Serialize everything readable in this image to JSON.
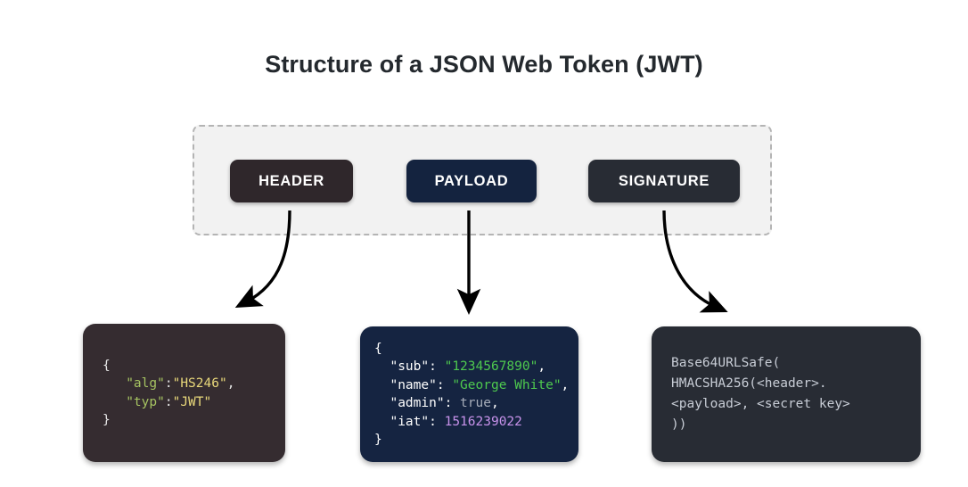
{
  "title": "Structure of a JSON Web Token (JWT)",
  "container": {
    "pills": [
      {
        "id": "header",
        "label": "HEADER",
        "color": "#2f272b"
      },
      {
        "id": "payload",
        "label": "PAYLOAD",
        "color": "#14233f"
      },
      {
        "id": "signature",
        "label": "SIGNATURE",
        "color": "#282c34"
      }
    ]
  },
  "arrows": [
    {
      "name": "header-arrow",
      "style": "curved-left"
    },
    {
      "name": "payload-arrow",
      "style": "straight-down"
    },
    {
      "name": "signature-arrow",
      "style": "curved-right"
    }
  ],
  "code_blocks": {
    "header": {
      "background": "#352c30",
      "open_brace": "{",
      "close_brace": "}",
      "lines": [
        {
          "key": "\"alg\"",
          "colon": ":",
          "value": "\"HS246\"",
          "comma": ","
        },
        {
          "key": "\"typ\"",
          "colon": ":",
          "value": "\"JWT\"",
          "comma": ""
        }
      ]
    },
    "payload": {
      "background": "#152441",
      "open_brace": "{",
      "close_brace": "}",
      "lines": [
        {
          "key": "\"sub\"",
          "colon": ": ",
          "value": "\"1234567890\"",
          "comma": ","
        },
        {
          "key": "\"name\"",
          "colon": ": ",
          "value": "\"George White\"",
          "comma": ","
        },
        {
          "key": "\"admin\"",
          "colon": ": ",
          "value": "true",
          "comma": ","
        },
        {
          "key": "\"iat\"",
          "colon": ": ",
          "value": "1516239022",
          "comma": ""
        }
      ]
    },
    "signature": {
      "background": "#282c34",
      "lines": [
        "Base64URLSafe(",
        "HMACSHA256(<header>.",
        "<payload>, <secret key>",
        "))"
      ]
    }
  }
}
